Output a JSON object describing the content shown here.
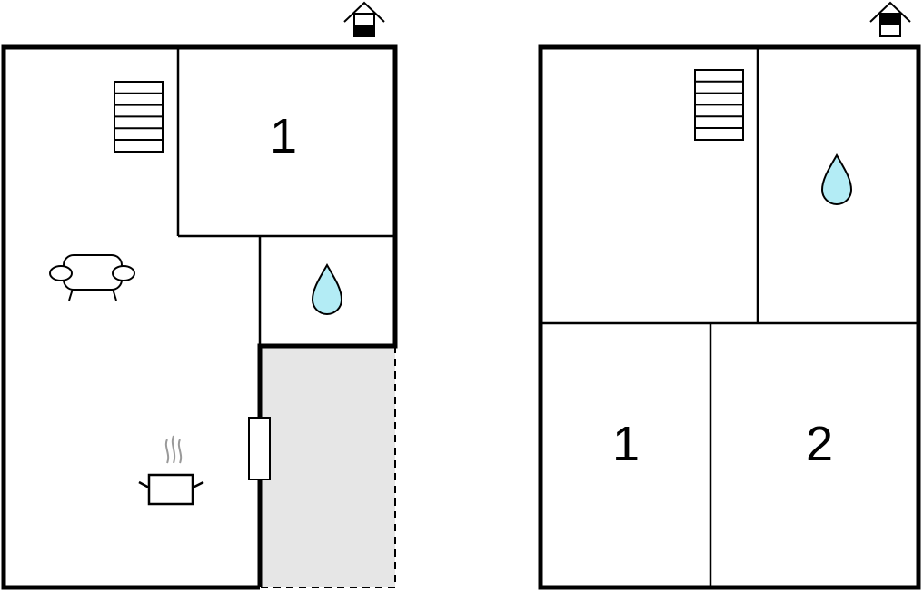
{
  "colors": {
    "wall": "#000000",
    "background": "#ffffff",
    "terrace_fill": "#e6e6e6",
    "water": "#b3ecf5",
    "steam": "#9a9a9a"
  },
  "ground_floor": {
    "level_icon": "house-ground-floor-icon",
    "bedroom_label": "1",
    "icons": [
      "stairs-icon",
      "sofa-icon",
      "bathroom-water-drop-icon",
      "kitchen-pot-icon",
      "door-icon"
    ]
  },
  "upper_floor": {
    "level_icon": "house-upper-floor-icon",
    "bedroom_1_label": "1",
    "bedroom_2_label": "2",
    "icons": [
      "stairs-icon",
      "bathroom-water-drop-icon"
    ]
  }
}
